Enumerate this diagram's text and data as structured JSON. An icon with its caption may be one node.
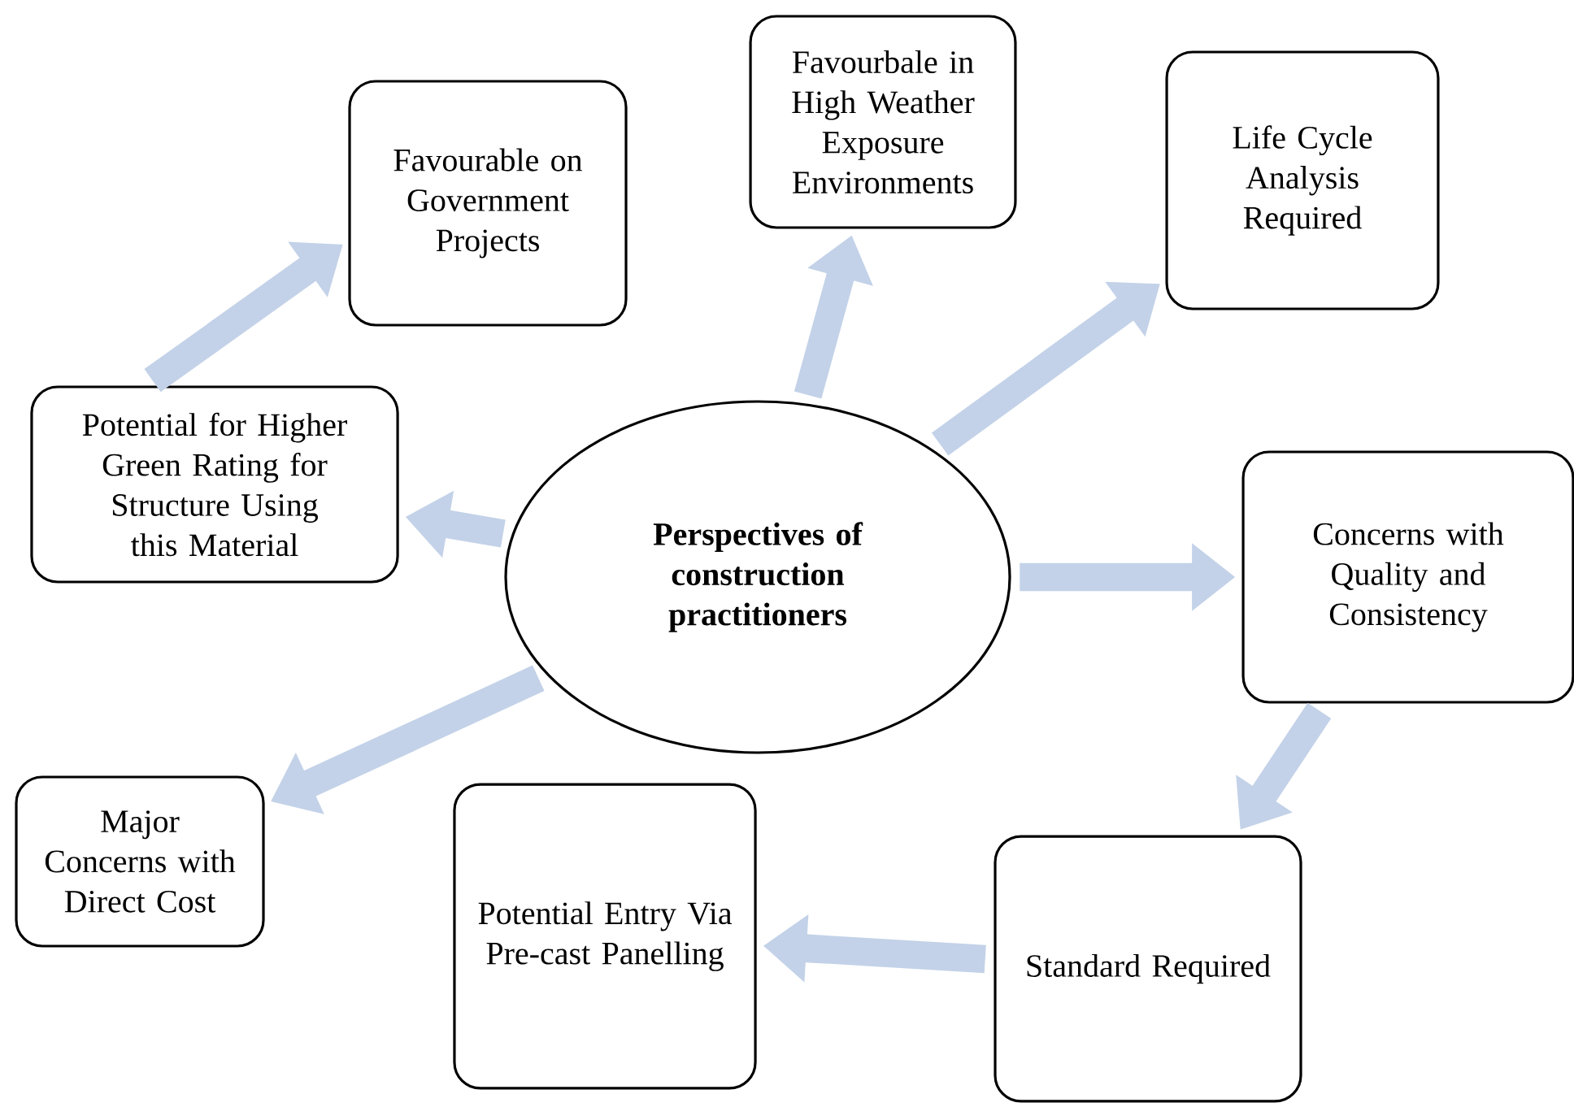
{
  "diagram": {
    "nodes": [
      {
        "text": [
          "Perspectives of construction practitioners"
        ]
      },
      {
        "text": [
          "Favourable on Government Projects"
        ]
      },
      {
        "text": [
          "Favourbale in High Weather Exposure Environments"
        ]
      },
      {
        "text": [
          "Life Cycle Analysis Required"
        ]
      },
      {
        "text": [
          "Potential for Higher Green Rating for Structure Using this Material"
        ]
      },
      {
        "text": [
          "Concerns with Quality and Consistency"
        ]
      },
      {
        "text": [
          "Major Concerns with Direct Cost"
        ]
      },
      {
        "text": [
          "Potential Entry Via Pre-cast Panelling"
        ]
      },
      {
        "text": [
          "Standard Required"
        ]
      }
    ],
    "edges": [
      {
        "from": 4,
        "to": 1,
        "arrow": "to"
      },
      {
        "from": 0,
        "to": 2,
        "arrow": "to"
      },
      {
        "from": 0,
        "to": 3,
        "arrow": "to"
      },
      {
        "from": 0,
        "to": 4,
        "arrow": "to"
      },
      {
        "from": 0,
        "to": 5,
        "arrow": "to"
      },
      {
        "from": 5,
        "to": 8,
        "arrow": "to"
      },
      {
        "from": 0,
        "to": 6,
        "arrow": "to"
      },
      {
        "from": 8,
        "to": 7,
        "arrow": "to"
      }
    ]
  }
}
